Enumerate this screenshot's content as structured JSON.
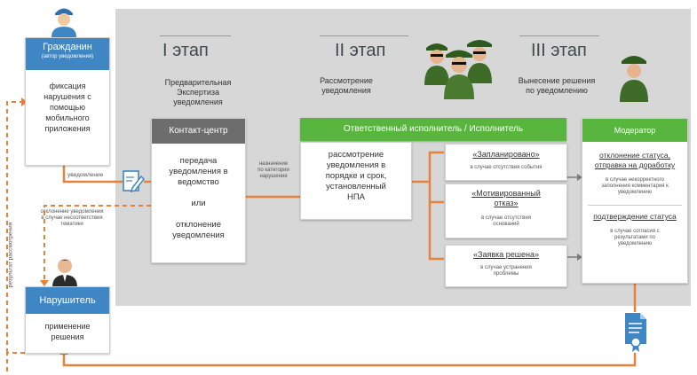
{
  "citizen": {
    "title": "Гражданин",
    "subtitle": "(автор уведомления)",
    "body": [
      "фиксация",
      "нарушения с",
      "помощью",
      "мобильного",
      "приложения"
    ]
  },
  "violator": {
    "title": "Нарушитель",
    "body": [
      "применение",
      "решения"
    ]
  },
  "stage1": {
    "title": "I этап",
    "desc": [
      "Предварительная",
      "Экспертиза",
      "уведомления"
    ],
    "header": "Контакт-центр",
    "body1": [
      "передача",
      "уведомления в",
      "ведомство"
    ],
    "or": "или",
    "body2": [
      "отклонение",
      "уведомления"
    ]
  },
  "stage2": {
    "title": "II этап",
    "desc": [
      "Рассмотрение",
      "уведомления"
    ],
    "header": "Ответственный исполнитель / Исполнитель",
    "body": [
      "рассмотрение",
      "уведомления в",
      "порядке и срок,",
      "установленный",
      "НПА"
    ],
    "results": [
      {
        "title": [
          "«Запланировано»"
        ],
        "note": [
          "в случае отсутствия события"
        ]
      },
      {
        "title": [
          "«Мотивированный",
          "отказ»"
        ],
        "note": [
          "в случае отсутствия",
          "оснований"
        ]
      },
      {
        "title": [
          "«Заявка решена»"
        ],
        "note": [
          "в случае устранения",
          "проблемы"
        ]
      }
    ]
  },
  "stage3": {
    "title": "III этап",
    "desc": [
      "Вынесение решения",
      "по уведомлению"
    ],
    "header": "Модератор",
    "item1": [
      "отклонение статуса,",
      "отправка на доработку"
    ],
    "note1": [
      "в случае некорректного",
      "заполнения комментария к",
      "уведомлению"
    ],
    "item2": [
      "подтверждение статуса"
    ],
    "note2": [
      "в случае согласия с",
      "результатами по",
      "уведомлению"
    ]
  },
  "labels": {
    "notification": "уведомление",
    "assignment": [
      "назначение",
      "по категории",
      "нарушения"
    ],
    "rejection": [
      "отклонение уведомления",
      "в случае несоответствия",
      "тематики"
    ],
    "result": "результат рассмотрения"
  },
  "colors": {
    "orange": "#e8823a",
    "blue": "#3f86c4",
    "green": "#58b53d",
    "grey_header": "#6d6d6d",
    "panel": "#d7d7d7"
  },
  "icons": [
    "citizen-person-icon",
    "violator-person-icon",
    "officers-group-icon",
    "moderator-officer-icon",
    "edit-document-icon",
    "decision-document-icon"
  ]
}
